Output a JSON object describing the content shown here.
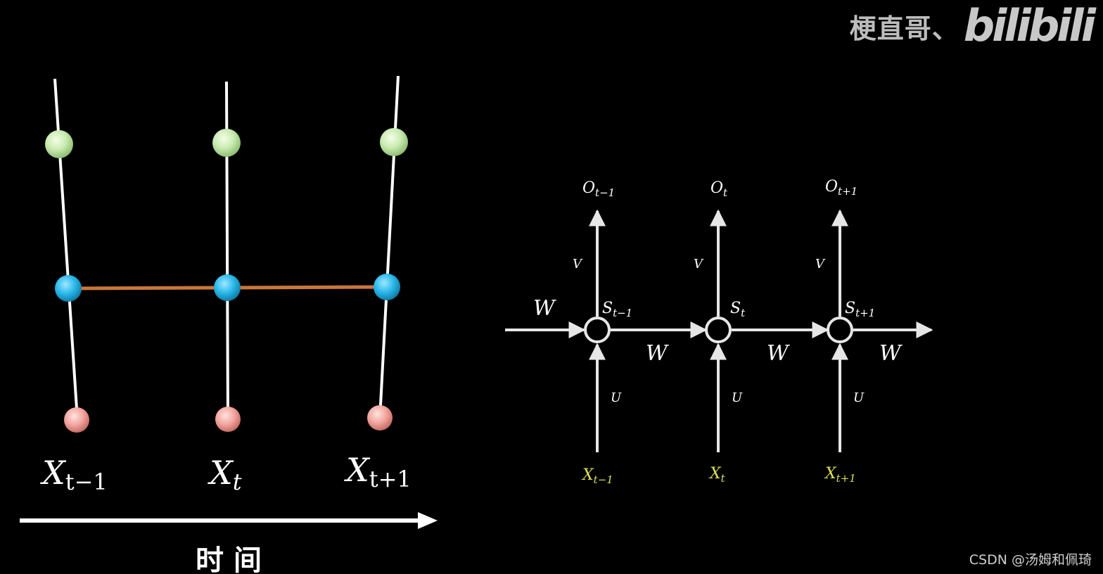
{
  "left_diagram": {
    "inputs": [
      {
        "base": "X",
        "sub": "t−1"
      },
      {
        "base": "X",
        "sub": "t"
      },
      {
        "base": "X",
        "sub": "t+1"
      }
    ],
    "time_label": "时 间",
    "colors": {
      "output_node": "#c8eab0",
      "hidden_node": "#2ab8ea",
      "input_node": "#f2a6a0",
      "recurrent_link": "#c9773a",
      "line": "#ffffff"
    }
  },
  "right_diagram": {
    "outputs": [
      {
        "base": "O",
        "sub": "t−1"
      },
      {
        "base": "O",
        "sub": "t"
      },
      {
        "base": "O",
        "sub": "t+1"
      }
    ],
    "states": [
      {
        "base": "S",
        "sub": "t−1"
      },
      {
        "base": "S",
        "sub": "t"
      },
      {
        "base": "S",
        "sub": "t+1"
      }
    ],
    "inputs": [
      {
        "base": "X",
        "sub": "t−1"
      },
      {
        "base": "X",
        "sub": "t"
      },
      {
        "base": "X",
        "sub": "t+1"
      }
    ],
    "v_label": "V",
    "u_label": "U",
    "w_label": "W",
    "colors": {
      "arrow": "#e6e6e6",
      "input_text": "#dede5a",
      "text": "#ffffff"
    }
  },
  "brand": {
    "name": "梗直哥、",
    "logo": "bilibili"
  },
  "watermark": "CSDN @汤姆和佩琦"
}
